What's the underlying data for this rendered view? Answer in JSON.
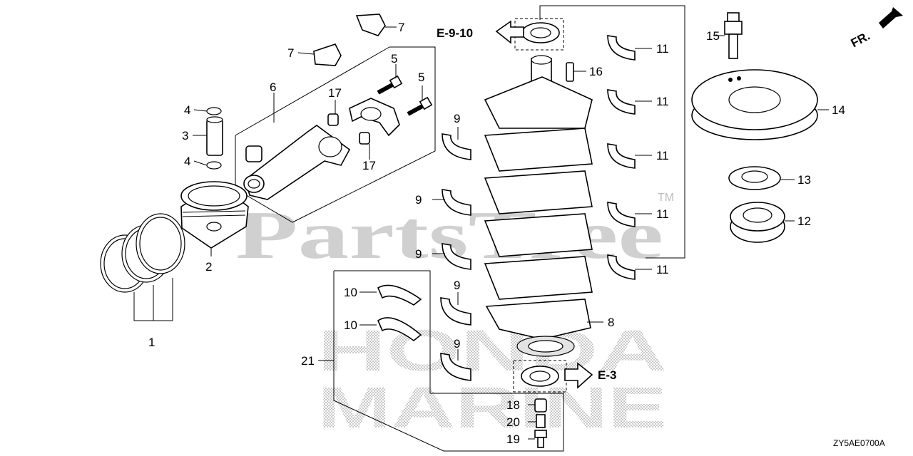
{
  "watermark": {
    "text": "PartsTree",
    "trademark": "TM"
  },
  "brand_watermark": {
    "line1": "HONDA",
    "line2": "MARINE"
  },
  "diagram_code": "ZY5AE0700A",
  "direction": {
    "label": "FR."
  },
  "references": [
    {
      "id": "ref-e-9-10",
      "label": "E-9-10"
    },
    {
      "id": "ref-e-3",
      "label": "E-3"
    }
  ],
  "callouts": [
    {
      "num": "1"
    },
    {
      "num": "2"
    },
    {
      "num": "3"
    },
    {
      "num": "4"
    },
    {
      "num": "4"
    },
    {
      "num": "5"
    },
    {
      "num": "5"
    },
    {
      "num": "6"
    },
    {
      "num": "7"
    },
    {
      "num": "7"
    },
    {
      "num": "8"
    },
    {
      "num": "9"
    },
    {
      "num": "9"
    },
    {
      "num": "9"
    },
    {
      "num": "9"
    },
    {
      "num": "9"
    },
    {
      "num": "10"
    },
    {
      "num": "10"
    },
    {
      "num": "11"
    },
    {
      "num": "11"
    },
    {
      "num": "11"
    },
    {
      "num": "11"
    },
    {
      "num": "11"
    },
    {
      "num": "12"
    },
    {
      "num": "13"
    },
    {
      "num": "14"
    },
    {
      "num": "15"
    },
    {
      "num": "16"
    },
    {
      "num": "17"
    },
    {
      "num": "17"
    },
    {
      "num": "18"
    },
    {
      "num": "19"
    },
    {
      "num": "20"
    },
    {
      "num": "21"
    }
  ]
}
